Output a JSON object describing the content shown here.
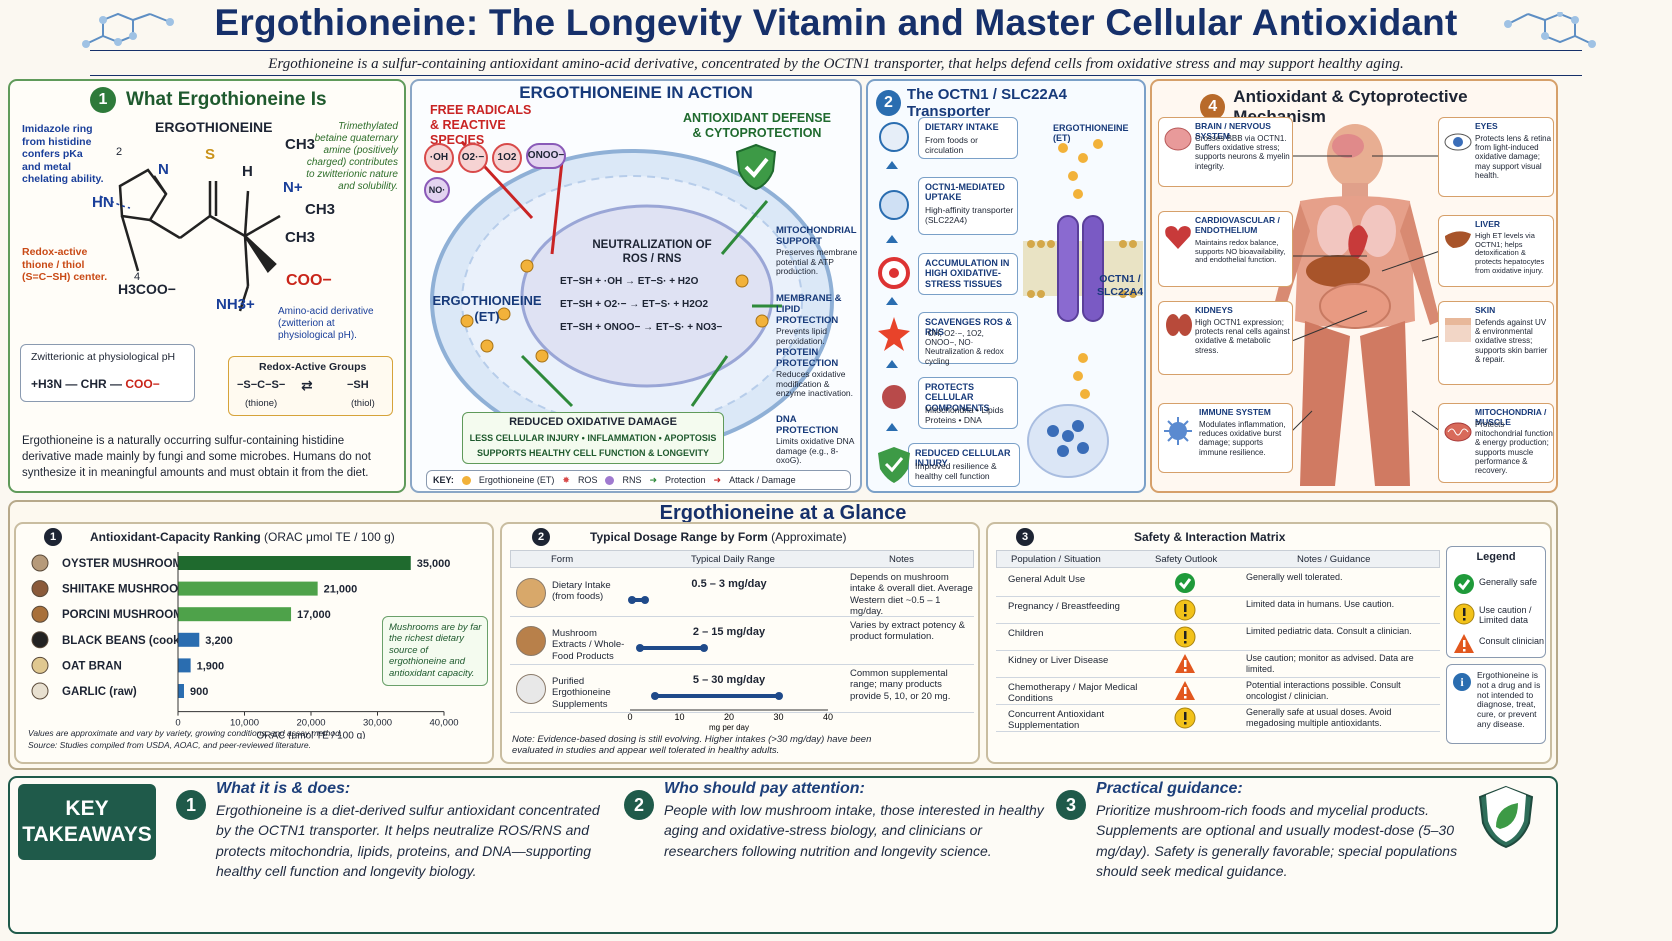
{
  "header": {
    "title": "Ergothioneine: The Longevity Vitamin and Master Cellular Antioxidant",
    "subtitle": "Ergothioneine is a sulfur-containing antioxidant amino-acid derivative, concentrated by the OCTN1 transporter, that helps defend cells from oxidative stress and may support healthy aging."
  },
  "panel1": {
    "num": "1",
    "title": "What Ergothioneine Is",
    "molecule_name": "ERGOTHIONEINE",
    "left_note1": "Imidazole ring from histidine confers pKa and metal chelating ability.",
    "left_note2": "Redox-active thione / thiol (S=C−SH) center.",
    "right_note1": "Trimethylated betaine quaternary amine (positively charged) contributes to zwitterionic nature and solubility.",
    "right_note2": "Amino-acid derivative (zwitterion at physiological pH).",
    "atoms": {
      "s": "S",
      "n": "N",
      "hn": "HN",
      "h": "H",
      "ch3a": "CH3",
      "ch3b": "CH3",
      "ch3c": "CH3",
      "nplus": "N+",
      "coo": "COO−",
      "h3coo": "H3COO−",
      "nh3": "NH3+",
      "n2": "2",
      "n4": "4"
    },
    "zw_title": "Zwitterionic at physiological pH",
    "zw_formula_a": "+H3N — CHR — ",
    "zw_formula_b": "COO−",
    "redox_title": "Redox-Active Groups",
    "redox_left": "−S−C−S−",
    "redox_right": "−SH",
    "redox_thione": "(thione)",
    "redox_thiol": "(thiol)",
    "description": "Ergothioneine is a naturally occurring sulfur-containing histidine derivative made mainly by fungi and some microbes. Humans do not synthesize it in meaningful amounts and must obtain it from the diet."
  },
  "action": {
    "title": "ERGOTHIONEINE IN ACTION",
    "free_radicals": "FREE RADICALS & REACTIVE SPECIES",
    "radicals": [
      "·OH",
      "O2·−",
      "1O2",
      "ONOO−",
      "NO·"
    ],
    "defense": "ANTIOXIDANT DEFENSE & CYTOPROTECTION",
    "et_label": "ERGOTHIONEINE (ET)",
    "neutral_title": "NEUTRALIZATION OF ROS / RNS",
    "eqs": [
      "ET−SH + ·OH → ET−S· + H2O",
      "ET−SH + O2·− → ET−S· + H2O2",
      "ET−SH + ONOO− → ET−S· + NO3−"
    ],
    "protections": [
      {
        "title": "MITOCHONDRIAL SUPPORT",
        "text": "Preserves membrane potential & ATP production."
      },
      {
        "title": "MEMBRANE & LIPID PROTECTION",
        "text": "Prevents lipid peroxidation."
      },
      {
        "title": "PROTEIN PROTECTION",
        "text": "Reduces oxidative modification & enzyme inactivation."
      },
      {
        "title": "DNA PROTECTION",
        "text": "Limits oxidative DNA damage (e.g., 8-oxoG)."
      }
    ],
    "reduced_title": "REDUCED OXIDATIVE DAMAGE",
    "reduced_line1": "LESS CELLULAR INJURY • INFLAMMATION • APOPTOSIS",
    "reduced_line2": "SUPPORTS HEALTHY CELL FUNCTION & LONGEVITY",
    "key_label": "KEY:",
    "key_items": [
      "Ergothioneine (ET)",
      "ROS",
      "RNS",
      "Protection",
      "Attack / Damage"
    ]
  },
  "octn": {
    "num": "2",
    "title": "The OCTN1 / SLC22A4 Transporter",
    "steps": [
      {
        "title": "DIETARY INTAKE",
        "text": "From foods or circulation"
      },
      {
        "title": "OCTN1-MEDIATED UPTAKE",
        "text": "High-affinity transporter (SLC22A4)"
      },
      {
        "title": "ACCUMULATION IN HIGH OXIDATIVE-STRESS TISSUES",
        "text": ""
      },
      {
        "title": "SCAVENGES ROS & RNS",
        "text": "·OH, O2·−, 1O2, ONOO−, NO· Neutralization & redox cycling"
      },
      {
        "title": "PROTECTS CELLULAR COMPONENTS",
        "text": "Mitochondria • Lipids Proteins • DNA"
      },
      {
        "title": "REDUCED CELLULAR INJURY",
        "text": "Improved resilience & healthy cell function"
      }
    ],
    "et_label": "ERGOTHIONEINE (ET)",
    "transporter_label": "OCTN1 / SLC22A4"
  },
  "mech": {
    "num": "4",
    "title": "Antioxidant & Cytoprotective Mechanism",
    "organs": [
      {
        "title": "BRAIN / NERVOUS SYSTEM",
        "text": "Crosses BBB via OCTN1. Buffers oxidative stress; supports neurons & myelin integrity."
      },
      {
        "title": "CARDIOVASCULAR / ENDOTHELIUM",
        "text": "Maintains redox balance, supports NO bioavailability, and endothelial function."
      },
      {
        "title": "KIDNEYS",
        "text": "High OCTN1 expression; protects renal cells against oxidative & metabolic stress."
      },
      {
        "title": "IMMUNE SYSTEM",
        "text": "Modulates inflammation, reduces oxidative burst damage; supports immune resilience."
      },
      {
        "title": "EYES",
        "text": "Protects lens & retina from light-induced oxidative damage; may support visual health."
      },
      {
        "title": "LIVER",
        "text": "High ET levels via OCTN1; helps detoxification & protects hepatocytes from oxidative injury."
      },
      {
        "title": "SKIN",
        "text": "Defends against UV & environmental oxidative stress; supports skin barrier & repair."
      },
      {
        "title": "MITOCHONDRIA / MUSCLE",
        "text": "Protects mitochondrial function & energy production; supports muscle performance & recovery."
      }
    ]
  },
  "glance": {
    "title": "Ergothioneine at a Glance"
  },
  "orac": {
    "num": "1",
    "title": "Antioxidant-Capacity Ranking",
    "unit": "(ORAC  μmol TE / 100 g)",
    "xlabel": "ORAC (μmol TE / 100 g)",
    "note": "Mushrooms are by far the richest dietary source of ergothioneine and antioxidant capacity.",
    "footnote1": "Values are approximate and vary by variety, growing conditions, and assay method.",
    "footnote2": "Source:  Studies compiled from USDA, AOAC, and peer-reviewed literature."
  },
  "chart_data": {
    "type": "bar",
    "orientation": "horizontal",
    "categories": [
      "OYSTER MUSHROOM",
      "SHIITAKE MUSHROOM",
      "PORCINI MUSHROOM",
      "BLACK BEANS (cooked)",
      "OAT BRAN",
      "GARLIC (raw)"
    ],
    "values": [
      35000,
      21000,
      17000,
      3200,
      1900,
      900
    ],
    "value_labels": [
      "35,000",
      "21,000",
      "17,000",
      "3,200",
      "1,900",
      "900"
    ],
    "colors": [
      "#1f6a2e",
      "#4ea24a",
      "#4ea24a",
      "#2a6db0",
      "#2a6db0",
      "#2a6db0"
    ],
    "xlim": [
      0,
      40000
    ],
    "ticks": [
      "0",
      "10,000",
      "20,000",
      "30,000",
      "40,000"
    ],
    "title": "Antioxidant-Capacity Ranking",
    "xlabel": "ORAC (μmol TE / 100 g)"
  },
  "dosage": {
    "num": "2",
    "title": "Typical Dosage Range by Form",
    "approx": "(Approximate)",
    "headers": [
      "Form",
      "Typical Daily Range",
      "Notes"
    ],
    "rows": [
      {
        "form": "Dietary Intake (from foods)",
        "range": "0.5 – 3 mg/day",
        "lo": 0.5,
        "hi": 3,
        "notes": "Depends on mushroom intake & overall diet. Average Western diet ~0.5 – 1 mg/day."
      },
      {
        "form": "Mushroom Extracts / Whole-Food Products",
        "range": "2 – 15 mg/day",
        "lo": 2,
        "hi": 15,
        "notes": "Varies by extract potency & product formulation."
      },
      {
        "form": "Purified Ergothioneine Supplements",
        "range": "5 – 30 mg/day",
        "lo": 5,
        "hi": 30,
        "notes": "Common supplemental range; many products provide 5, 10, or 20 mg."
      }
    ],
    "axis_ticks": [
      "0",
      "10",
      "20",
      "30",
      "40"
    ],
    "axis_label": "mg per day",
    "note": "Note:  Evidence-based dosing is still evolving. Higher intakes (>30 mg/day) have been evaluated in studies and appear well tolerated in healthy adults."
  },
  "safety": {
    "num": "3",
    "title": "Safety & Interaction Matrix",
    "headers": [
      "Population / Situation",
      "Safety Outlook",
      "Notes / Guidance"
    ],
    "rows": [
      {
        "pop": "General Adult Use",
        "status": "safe",
        "notes": "Generally well tolerated."
      },
      {
        "pop": "Pregnancy / Breastfeeding",
        "status": "caution",
        "notes": "Limited data in humans. Use caution."
      },
      {
        "pop": "Children",
        "status": "caution",
        "notes": "Limited pediatric data. Consult a clinician."
      },
      {
        "pop": "Kidney or Liver Disease",
        "status": "clinician",
        "notes": "Use caution; monitor as advised. Data are limited."
      },
      {
        "pop": "Chemotherapy / Major Medical Conditions",
        "status": "clinician",
        "notes": "Potential interactions possible. Consult oncologist / clinician."
      },
      {
        "pop": "Concurrent Antioxidant Supplementation",
        "status": "caution",
        "notes": "Generally safe at usual doses. Avoid megadosing multiple antioxidants."
      }
    ],
    "legend_title": "Legend",
    "legend": [
      "Generally safe",
      "Use caution / Limited data",
      "Consult clinician"
    ],
    "disclaimer": "Ergothioneine is not a drug and is not intended to diagnose, treat, cure, or prevent any disease."
  },
  "takeaways": {
    "label": "KEY TAKEAWAYS",
    "items": [
      {
        "num": "1",
        "title": "What it is & does:",
        "text": "Ergothioneine is a diet-derived sulfur antioxidant concentrated by the OCTN1 transporter. It helps neutralize ROS/RNS and protects mitochondria, lipids, proteins, and DNA—supporting healthy cell function and longevity biology."
      },
      {
        "num": "2",
        "title": "Who should pay attention:",
        "text": "People with low mushroom intake, those interested in healthy aging and oxidative-stress biology, and clinicians or researchers following nutrition and longevity science."
      },
      {
        "num": "3",
        "title": "Practical guidance:",
        "text": "Prioritize mushroom-rich foods and mycelial products. Supplements are optional and usually modest-dose (5–30 mg/day). Safety is generally favorable; special populations should seek medical guidance."
      }
    ]
  },
  "colors": {
    "navy": "#16306a",
    "green": "#1f5a2e",
    "orange": "#e07a1a",
    "safe": "#1f9a3a",
    "caution": "#f2c21a",
    "clinician": "#e2571e",
    "info": "#2a6db0"
  }
}
